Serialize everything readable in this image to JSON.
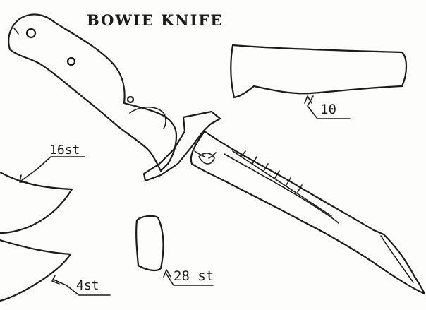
{
  "title": "BOWIE KNIFE",
  "labels": {
    "handle_piece": "10",
    "guard_piece": "16st",
    "bolster_piece": "28 st",
    "blade_piece": "4st"
  },
  "colors": {
    "ink": "#1b1b1b",
    "paper": "#fdfdfb"
  },
  "icons": {
    "emblem": "bull-skull-icon"
  }
}
